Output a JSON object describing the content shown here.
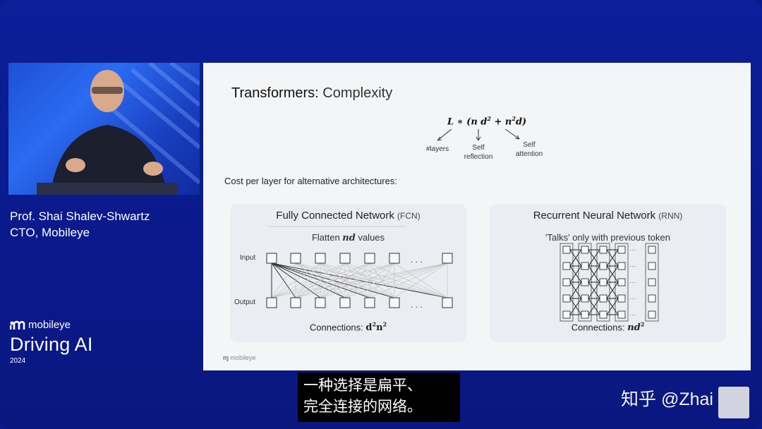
{
  "speaker": {
    "name": "Prof. Shai Shalev-Shwartz",
    "role": "CTO, Mobileye"
  },
  "brand": {
    "logo_text": "mobileye",
    "title": "Driving AI",
    "year": "2024"
  },
  "slide": {
    "title_main": "Transformers:",
    "title_rest": " Complexity",
    "formula_labels": {
      "layers": "#layers",
      "self_reflection_1": "Self",
      "self_reflection_2": "reflection",
      "self_attention_1": "Self",
      "self_attention_2": "attention"
    },
    "cost_line": "Cost per layer for alternative architectures:",
    "fcn": {
      "title": "Fully Connected Network ",
      "abbr": "(FCN)",
      "sub_pre": "Flatten ",
      "sub_var": "nd",
      "sub_post": " values",
      "input_label": "Input",
      "output_label": "Output",
      "ellipsis": ". . .",
      "foot_pre": "Connections: "
    },
    "rnn": {
      "title": "Recurrent Neural Network ",
      "abbr": "(RNN)",
      "sub": "'Talks' only with previous token",
      "foot_pre": "Connections: "
    },
    "footer_logo": "mobileye"
  },
  "subtitle": {
    "line1": "一种选择是扁平、",
    "line2": "完全连接的网络。"
  },
  "watermark": "知乎 @Zhai",
  "colors": {
    "background": "#0a1a8c",
    "slide": "#f4f5f7",
    "panel": "#ebedf2"
  }
}
